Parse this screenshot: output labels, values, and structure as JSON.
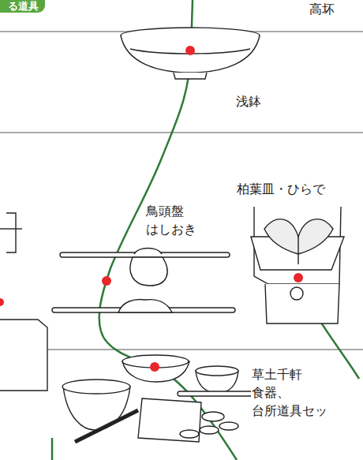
{
  "diagram": {
    "nodes": [
      {
        "text": [
          "る道具"
        ]
      }
    ],
    "labels": [
      "高坏",
      "浅鉢",
      "柏葉皿・ひらで",
      "鳥頭盤",
      "はしおき",
      "草土千軒",
      "食器、",
      "台所道具セッ"
    ]
  }
}
